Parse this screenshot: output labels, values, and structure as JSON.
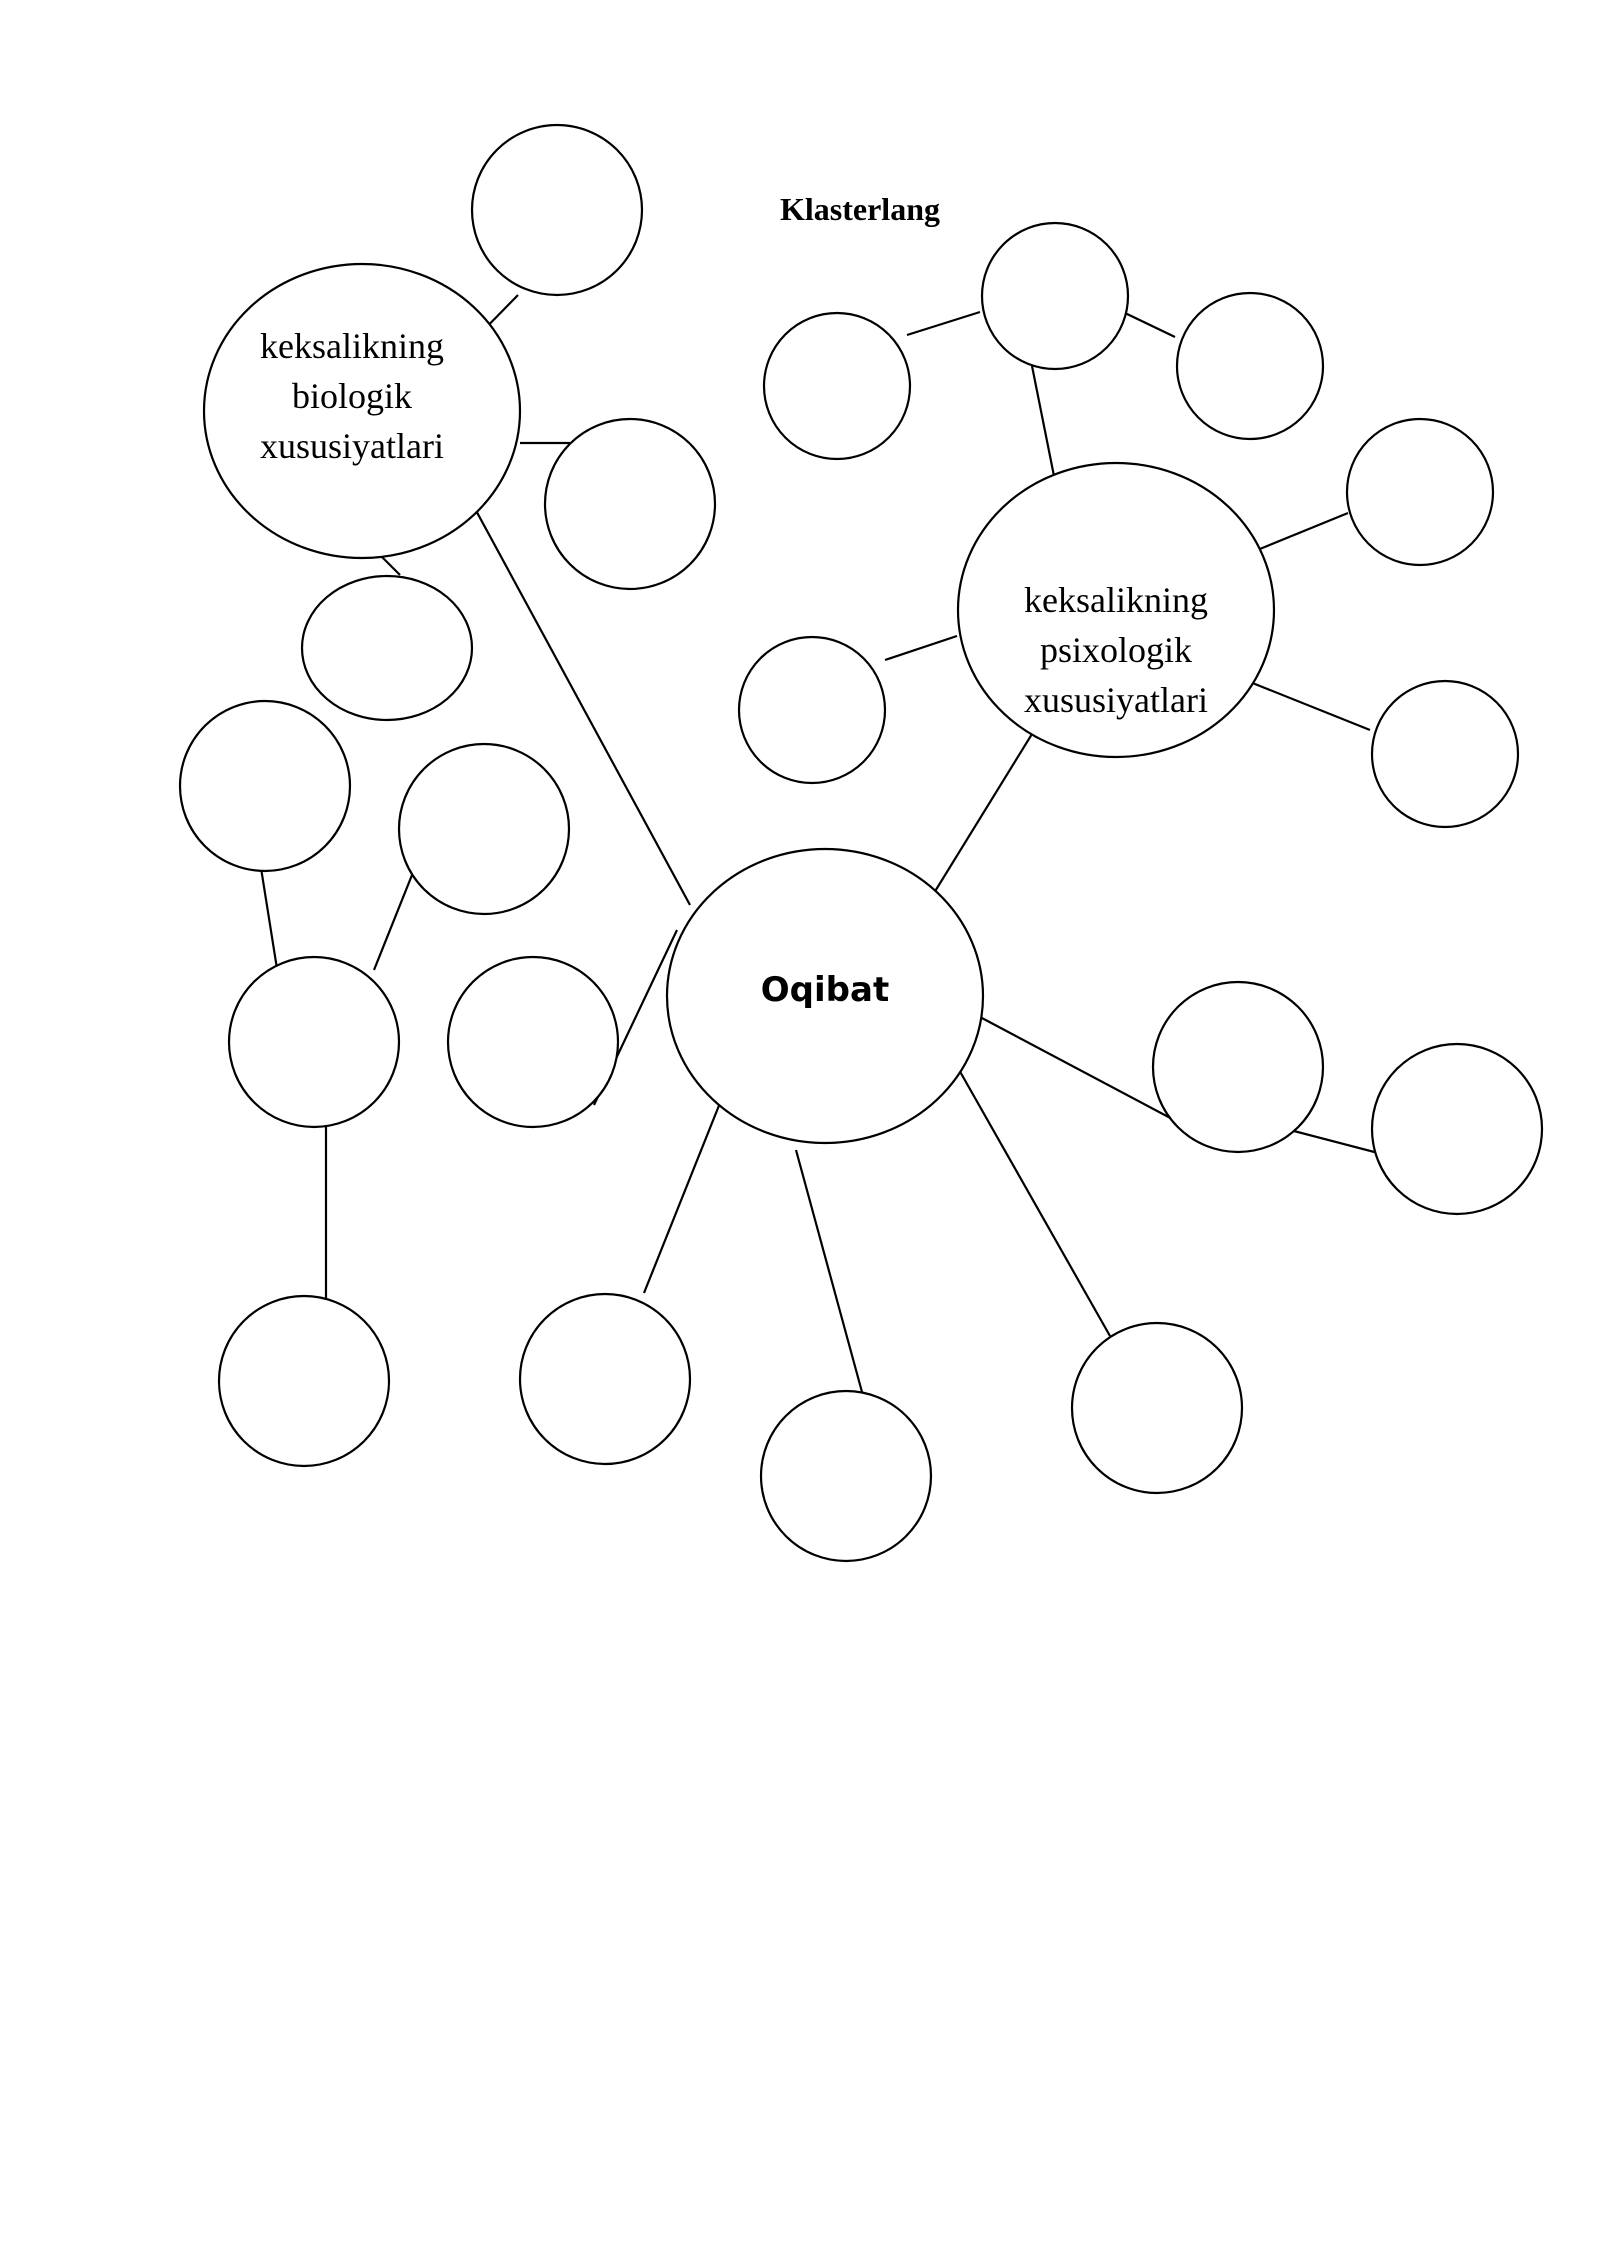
{
  "title": "Klasterlang",
  "center_node": {
    "label": "Oqibat"
  },
  "hub_biological": {
    "lines": [
      "keksalikning",
      "biologik",
      "xususiyatlari"
    ]
  },
  "hub_psychological": {
    "lines": [
      "keksalikning",
      "psixologik",
      "xususiyatlari"
    ]
  },
  "empty_nodes_count_note": "",
  "colors": {
    "stroke": "#000000",
    "background": "#ffffff"
  }
}
